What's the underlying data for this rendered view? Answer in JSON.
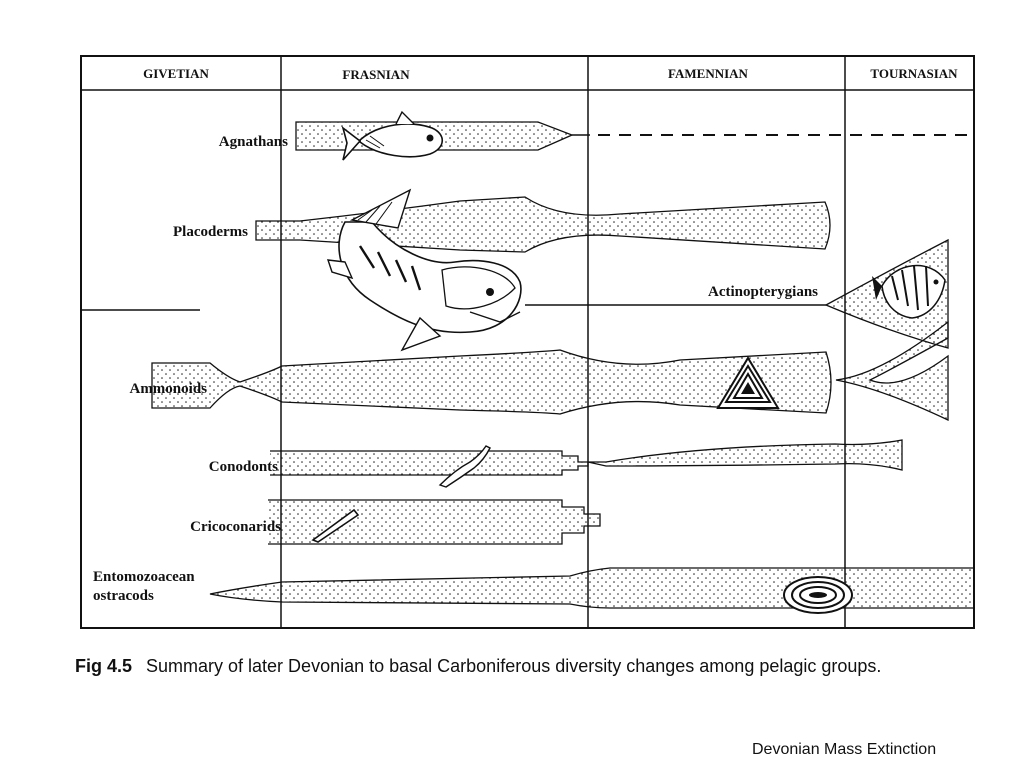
{
  "periods": [
    "GIVETIAN",
    "FRASNIAN",
    "FAMENNIAN",
    "TOURNASIAN"
  ],
  "groups": {
    "agnathans": "Agnathans",
    "placoderms": "Placoderms",
    "actinopterygians": "Actinopterygians",
    "ammonoids": "Ammonoids",
    "conodonts": "Conodonts",
    "cricoconarids": "Cricoconarids",
    "entomozoacean_line1": "Entomozoacean",
    "entomozoacean_line2": "ostracods"
  },
  "caption": {
    "figure_label": "Fig 4.5",
    "text": "Summary of later Devonian to basal Carboniferous diversity changes among pelagic groups."
  },
  "footer": "Devonian Mass Extinction"
}
